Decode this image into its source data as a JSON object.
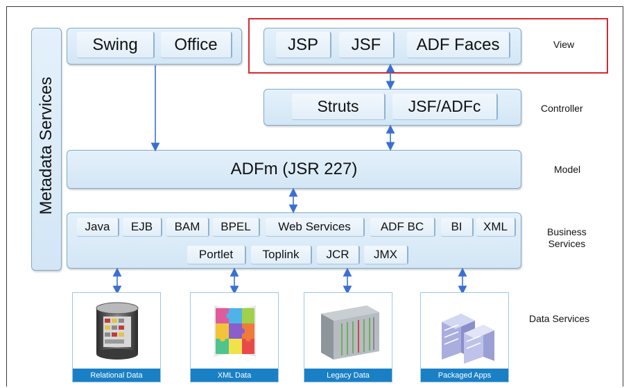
{
  "metadata_services": {
    "label": "Metadata Services"
  },
  "layer_labels": {
    "view": "View",
    "controller": "Controller",
    "model": "Model",
    "business_services": [
      "Business",
      "Services"
    ],
    "data_services": "Data Services"
  },
  "desktop_panel": {
    "items": [
      "Swing",
      "Office"
    ]
  },
  "view_panel": {
    "items": [
      "JSP",
      "JSF",
      "ADF Faces"
    ]
  },
  "controller_panel": {
    "items": [
      "Struts",
      "JSF/ADFc"
    ]
  },
  "model_panel": {
    "label": "ADFm (JSR 227)"
  },
  "business_panel": {
    "row1": [
      "Java",
      "EJB",
      "BAM",
      "BPEL",
      "Web Services",
      "ADF BC",
      "BI",
      "XML"
    ],
    "row2": [
      "Portlet",
      "Toplink",
      "JCR",
      "JMX"
    ]
  },
  "data_sources": [
    {
      "label": "Relational Data",
      "icon": "database-icon"
    },
    {
      "label": "XML Data",
      "icon": "puzzle-icon"
    },
    {
      "label": "Legacy Data",
      "icon": "server-rack-icon"
    },
    {
      "label": "Packaged Apps",
      "icon": "buildings-icon"
    }
  ],
  "colors": {
    "panel_fill": "#d9eaf7",
    "panel_border": "#7fa9c9",
    "arrow": "#3b6fd1",
    "highlight": "#d6282f",
    "caption_bar": "#1a80c6"
  }
}
